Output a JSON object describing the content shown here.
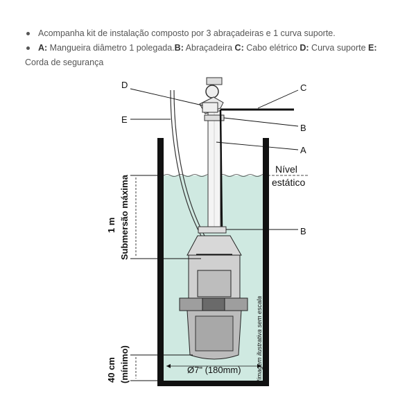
{
  "bullets": {
    "item1": "Acompanha kit de instalação composto por 3 abraçadeiras e 1 curva suporte.",
    "item2": {
      "a_key": "A:",
      "a_text": " Mangueira diâmetro 1 polegada.",
      "b_key": "B:",
      "b_text": " Abraçadeira ",
      "c_key": "C:",
      "c_text": " Cabo elétrico ",
      "d_key": "D:",
      "d_text": " Curva suporte ",
      "e_key": "E:",
      "e_text": "Corda de segurança"
    }
  },
  "diagram": {
    "labels": {
      "a": "A",
      "b_top": "B",
      "b_bottom": "B",
      "c": "C",
      "d": "D",
      "e": "E"
    },
    "nivel_line1": "Nível",
    "nivel_line2": "estático",
    "one_meter": "1 m",
    "submersao": "Submersão máxima",
    "forty_cm": "40 cm",
    "minimo": "(mínimo)",
    "diameter": "Ø7\" (180mm)",
    "illustrative": "*imagem ilustrativa sem escala"
  },
  "colors": {
    "water": "#cfe9e1",
    "well_wall": "#111111",
    "pump_body": "#2b2b2b",
    "text": "#555555"
  }
}
